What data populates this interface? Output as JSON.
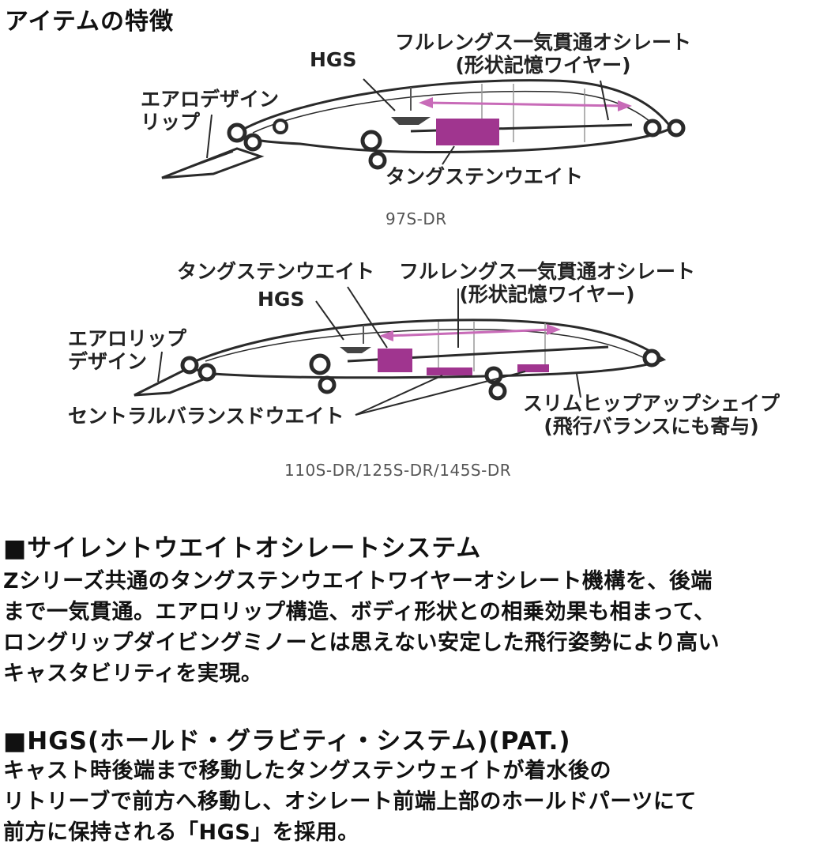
{
  "page_title": "アイテムの特徴",
  "diagram1": {
    "model": "97S-DR",
    "labels": {
      "hgs": "HGS",
      "oscillator_line1": "フルレングス一気貫通オシレート",
      "oscillator_line2": "(形状記憶ワイヤー)",
      "lip_line1": "エアロデザイン",
      "lip_line2": "リップ",
      "weight": "タングステンウエイト"
    }
  },
  "diagram2": {
    "model": "110S-DR/125S-DR/145S-DR",
    "labels": {
      "weight": "タングステンウエイト",
      "oscillator_line1": "フルレングス一気貫通オシレート",
      "oscillator_line2": "(形状記憶ワイヤー)",
      "hgs": "HGS",
      "lip_line1": "エアロリップ",
      "lip_line2": "デザイン",
      "central_weight": "セントラルバランスドウエイト",
      "slim_line1": "スリムヒップアップシェイプ",
      "slim_line2": "(飛行バランスにも寄与)"
    }
  },
  "colors": {
    "accent": "#a0358f",
    "accent_light": "#c86bb8",
    "outline": "#2a2a2a"
  },
  "sections": [
    {
      "heading": "■サイレントウエイトオシレートシステム",
      "lines": [
        "Zシリーズ共通のタングステンウエイトワイヤーオシレート機構を、後端",
        "まで一気貫通。エアロリップ構造、ボディ形状との相乗効果も相まって、",
        "ロングリップダイビングミノーとは思えない安定した飛行姿勢により高い",
        "キャスタビリティを実現。"
      ]
    },
    {
      "heading": "■HGS(ホールド・グラビティ・システム)(PAT.)",
      "lines": [
        "キャスト時後端まで移動したタングステンウェイトが着水後の",
        "リトリーブで前方へ移動し、オシレート前端上部のホールドパーツにて",
        "前方に保持される「HGS」を採用。"
      ]
    }
  ]
}
